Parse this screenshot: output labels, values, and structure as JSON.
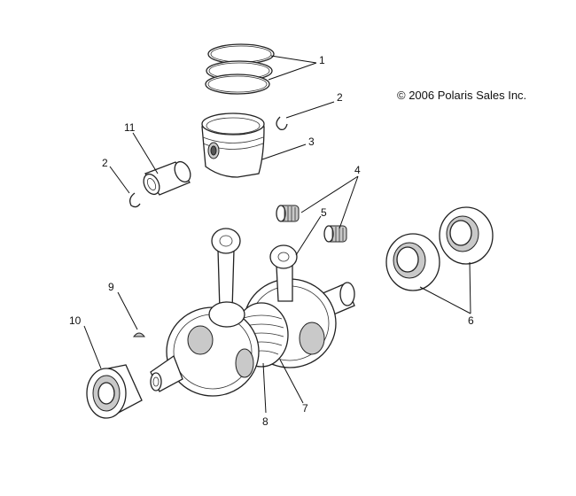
{
  "copyright": "© 2006 Polaris Sales Inc.",
  "callouts": [
    {
      "id": "c1",
      "label": "1"
    },
    {
      "id": "c2a",
      "label": "2"
    },
    {
      "id": "c3",
      "label": "3"
    },
    {
      "id": "c11",
      "label": "11"
    },
    {
      "id": "c2b",
      "label": "2"
    },
    {
      "id": "c4",
      "label": "4"
    },
    {
      "id": "c5",
      "label": "5"
    },
    {
      "id": "c6",
      "label": "6"
    },
    {
      "id": "c9",
      "label": "9"
    },
    {
      "id": "c10",
      "label": "10"
    },
    {
      "id": "c8",
      "label": "8"
    },
    {
      "id": "c7",
      "label": "7"
    }
  ]
}
